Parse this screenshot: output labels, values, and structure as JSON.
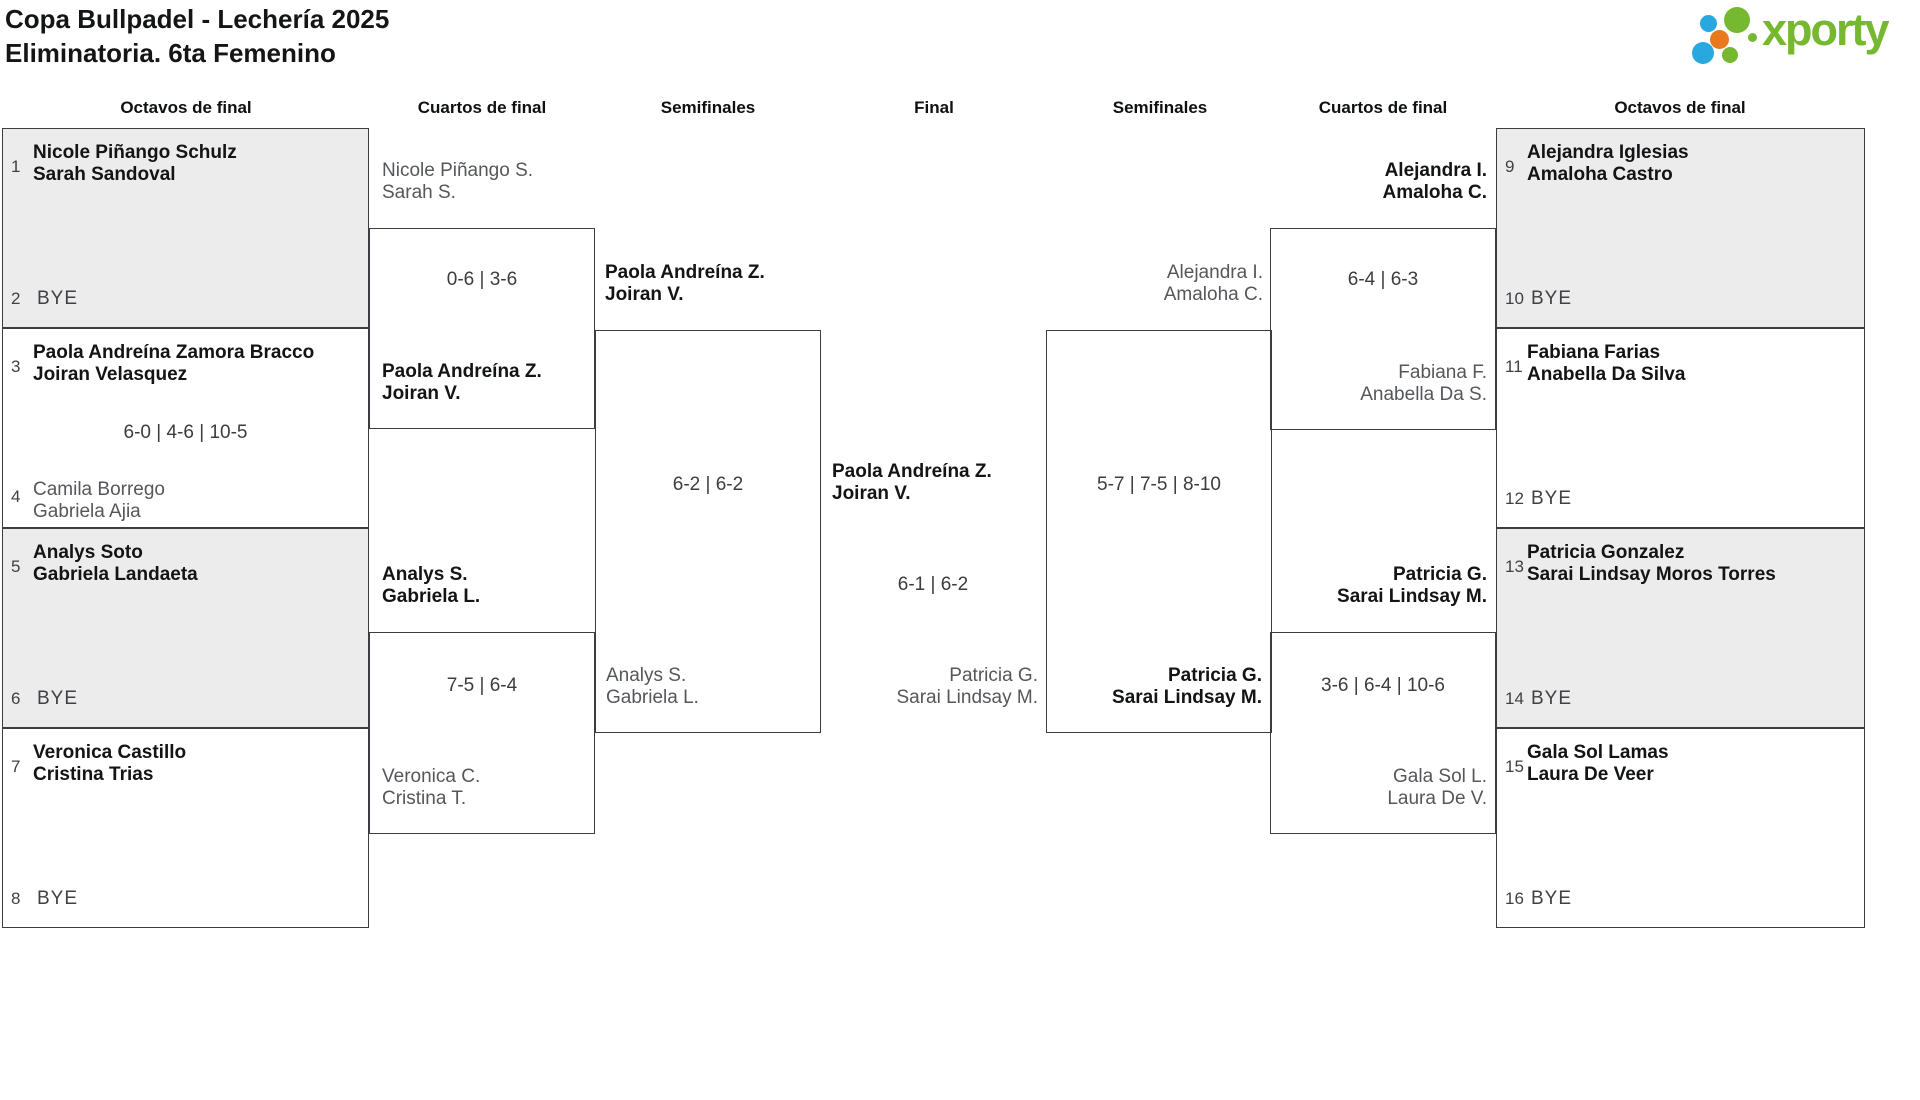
{
  "title": {
    "line1": "Copa Bullpadel - Lechería 2025",
    "line2": "Eliminatoria. 6ta Femenino"
  },
  "logo": {
    "text": "xporty",
    "green": "#76b82f",
    "blue": "#29a8e0",
    "orange": "#e8791d"
  },
  "round_headers": [
    "Octavos de final",
    "Cuartos de final",
    "Semifinales",
    "Final",
    "Semifinales",
    "Cuartos de final",
    "Octavos de final"
  ],
  "r16": [
    {
      "seed_top": "1",
      "top1": "Nicole Piñango Schulz",
      "top2": "Sarah Sandoval",
      "seed_bottom": "2",
      "bottom1": "BYE"
    },
    {
      "seed_top": "3",
      "top1": "Paola Andreína Zamora Bracco",
      "top2": "Joiran Velasquez",
      "score": "6-0 | 4-6 | 10-5",
      "seed_bottom": "4",
      "bottom1": "Camila Borrego",
      "bottom2": "Gabriela Ajia"
    },
    {
      "seed_top": "5",
      "top1": "Analys Soto",
      "top2": "Gabriela Landaeta",
      "seed_bottom": "6",
      "bottom1": "BYE"
    },
    {
      "seed_top": "7",
      "top1": "Veronica Castillo",
      "top2": "Cristina Trias",
      "seed_bottom": "8",
      "bottom1": "BYE"
    },
    {
      "seed_top": "9",
      "top1": "Alejandra Iglesias",
      "top2": "Amaloha Castro",
      "seed_bottom": "10",
      "bottom1": "BYE"
    },
    {
      "seed_top": "11",
      "top1": "Fabiana Farias",
      "top2": "Anabella Da Silva",
      "seed_bottom": "12",
      "bottom1": "BYE"
    },
    {
      "seed_top": "13",
      "top1": "Patricia Gonzalez",
      "top2": "Sarai Lindsay Moros Torres",
      "seed_bottom": "14",
      "bottom1": "BYE"
    },
    {
      "seed_top": "15",
      "top1": "Gala Sol Lamas",
      "top2": "Laura De Veer",
      "seed_bottom": "16",
      "bottom1": "BYE"
    }
  ],
  "quarterfinals": [
    {
      "p1_1": "Nicole Piñango S.",
      "p1_2": "Sarah S.",
      "p2_1": "Paola Andreína Z.",
      "p2_2": "Joiran V.",
      "winner": "p2",
      "score": "0-6 | 3-6"
    },
    {
      "p1_1": "Analys S.",
      "p1_2": "Gabriela L.",
      "p2_1": "Veronica C.",
      "p2_2": "Cristina T.",
      "winner": "p1",
      "score": "7-5 | 6-4"
    },
    {
      "p1_1": "Alejandra I.",
      "p1_2": "Amaloha C.",
      "p2_1": "Fabiana F.",
      "p2_2": "Anabella Da S.",
      "winner": "p1",
      "score": "6-4 | 6-3"
    },
    {
      "p1_1": "Patricia G.",
      "p1_2": "Sarai Lindsay M.",
      "p2_1": "Gala Sol L.",
      "p2_2": "Laura De V.",
      "winner": "p1",
      "score": "3-6 | 6-4 | 10-6"
    }
  ],
  "semifinals": [
    {
      "p1_1": "Paola Andreína Z.",
      "p1_2": "Joiran V.",
      "p2_1": "Analys S.",
      "p2_2": "Gabriela L.",
      "winner": "p1",
      "score": "6-2 | 6-2"
    },
    {
      "p1_1": "Alejandra I.",
      "p1_2": "Amaloha C.",
      "p2_1": "Patricia G.",
      "p2_2": "Sarai Lindsay M.",
      "winner": "p2",
      "score": "5-7 | 7-5 | 8-10"
    }
  ],
  "final": {
    "p1_1": "Paola Andreína Z.",
    "p1_2": "Joiran V.",
    "p2_1": "Patricia G.",
    "p2_2": "Sarai Lindsay M.",
    "winner": "p1",
    "score": "6-1 | 6-2"
  }
}
